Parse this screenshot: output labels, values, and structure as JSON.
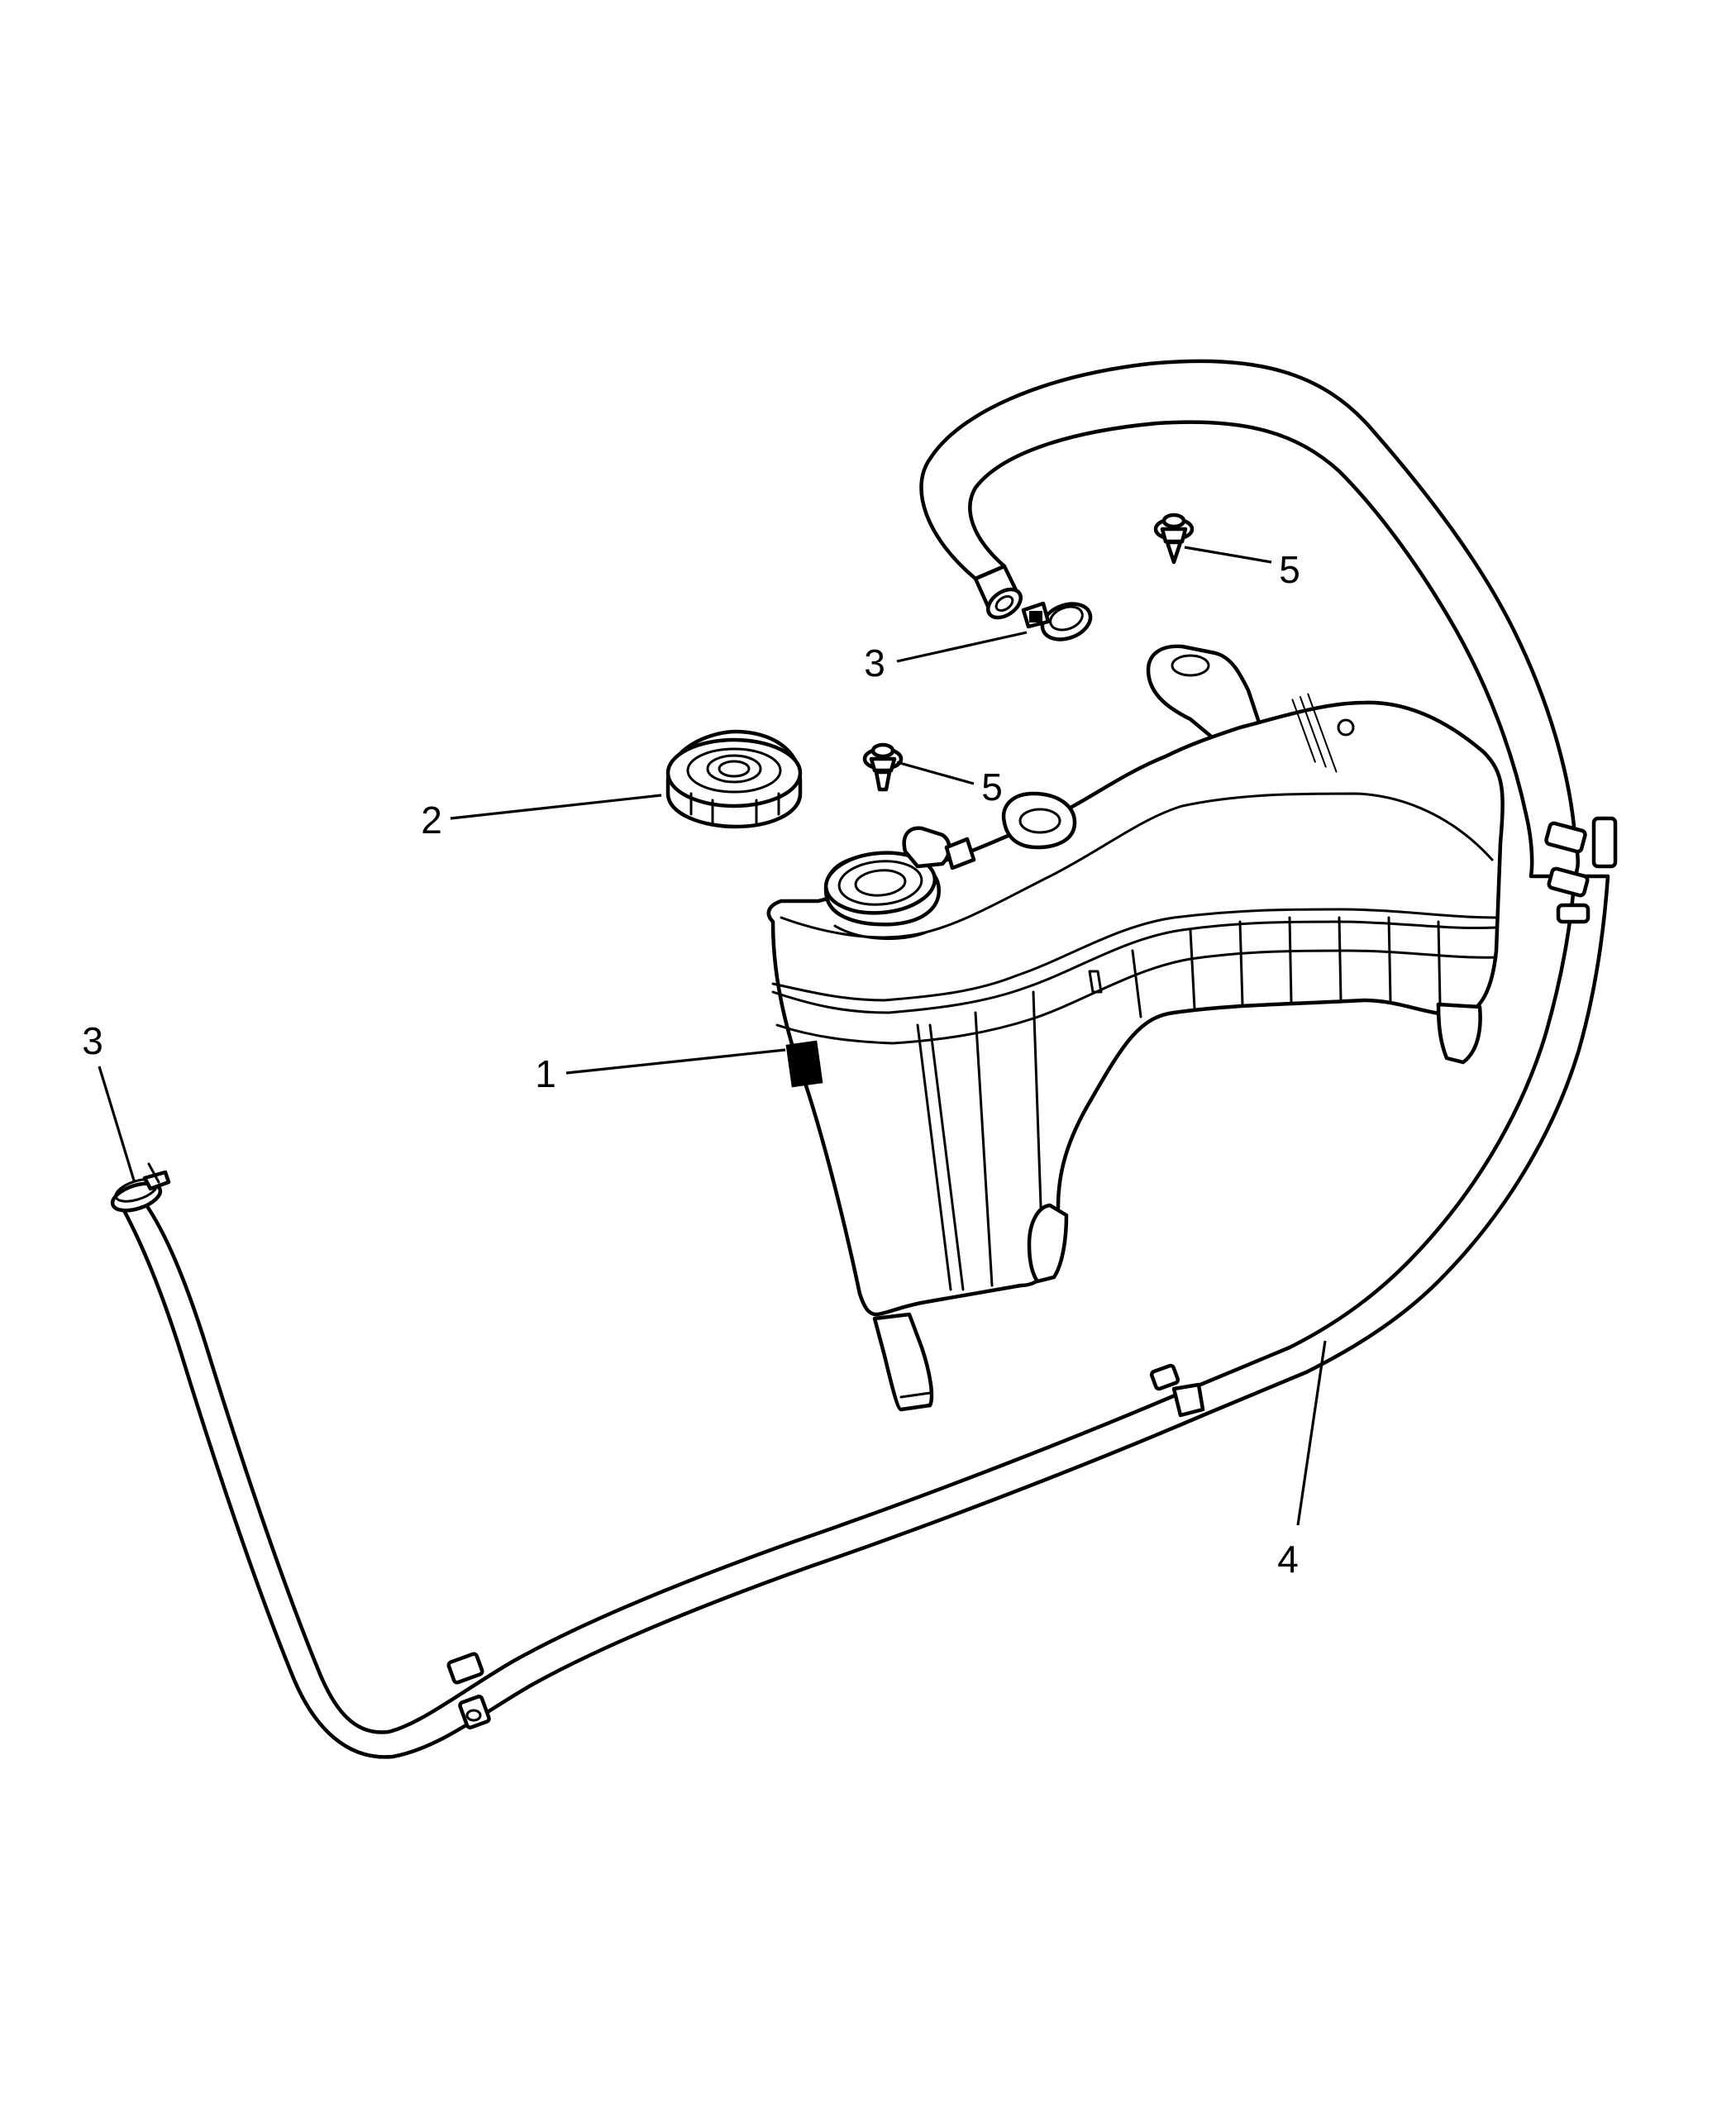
{
  "callouts": {
    "c1": "1",
    "c2": "2",
    "c3a": "3",
    "c3b": "3",
    "c4": "4",
    "c5a": "5",
    "c5b": "5"
  }
}
